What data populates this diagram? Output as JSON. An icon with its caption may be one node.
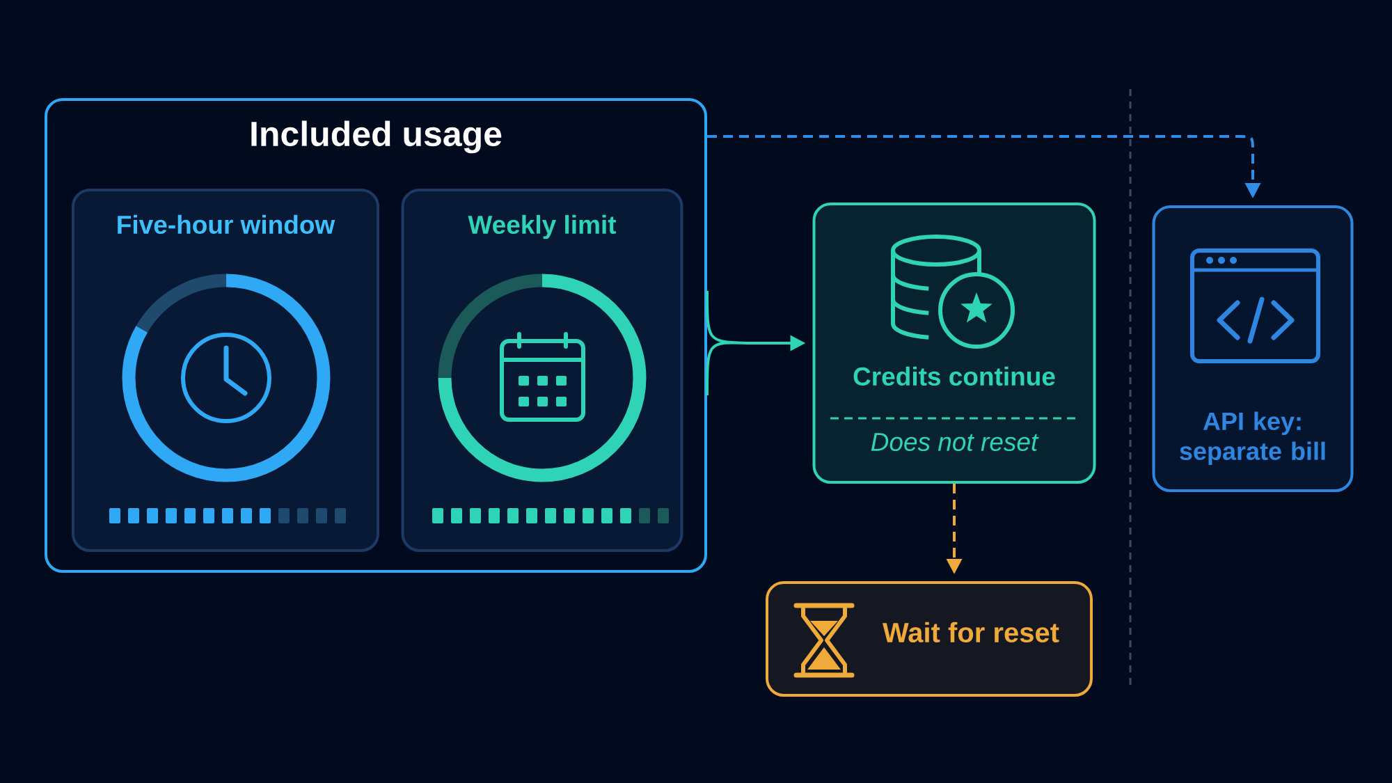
{
  "diagram": {
    "nodes": [
      {
        "text": [
          "Included usage"
        ]
      },
      {
        "text": [
          "Five-hour window"
        ],
        "in": 0
      },
      {
        "text": [
          "Weekly limit"
        ],
        "in": 0
      },
      {
        "text": [
          "Credits continue",
          "Does not reset"
        ]
      },
      {
        "text": [
          "Wait for reset"
        ]
      },
      {
        "text": [
          "API key: separate bill"
        ]
      }
    ],
    "edges": [
      {
        "from": 0,
        "to": 3,
        "arrow": "to",
        "color": "#2fd3b5"
      },
      {
        "from": 0,
        "to": 5,
        "arrow": "to",
        "style": "dashed",
        "color": "#2f8fe8"
      },
      {
        "from": 3,
        "to": 4,
        "arrow": "to",
        "style": "dashed",
        "color": "#f0aa3a"
      }
    ]
  }
}
